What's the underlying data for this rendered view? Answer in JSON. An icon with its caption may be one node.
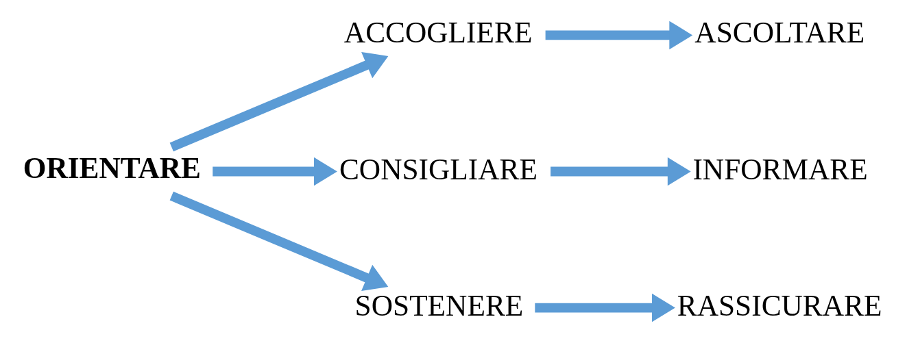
{
  "diagram": {
    "nodes": [
      {
        "text": [
          "ORIENTARE"
        ]
      },
      {
        "text": [
          "ACCOGLIERE"
        ]
      },
      {
        "text": [
          "CONSIGLIARE"
        ]
      },
      {
        "text": [
          "SOSTENERE"
        ]
      },
      {
        "text": [
          "ASCOLTARE"
        ]
      },
      {
        "text": [
          "INFORMARE"
        ]
      },
      {
        "text": [
          "RASSICURARE"
        ]
      }
    ],
    "edges": [
      {
        "from": 0,
        "to": 1,
        "arrow": "to"
      },
      {
        "from": 0,
        "to": 2,
        "arrow": "to"
      },
      {
        "from": 0,
        "to": 3,
        "arrow": "to"
      },
      {
        "from": 1,
        "to": 4,
        "arrow": "to"
      },
      {
        "from": 2,
        "to": 5,
        "arrow": "to"
      },
      {
        "from": 3,
        "to": 6,
        "arrow": "to"
      }
    ]
  }
}
